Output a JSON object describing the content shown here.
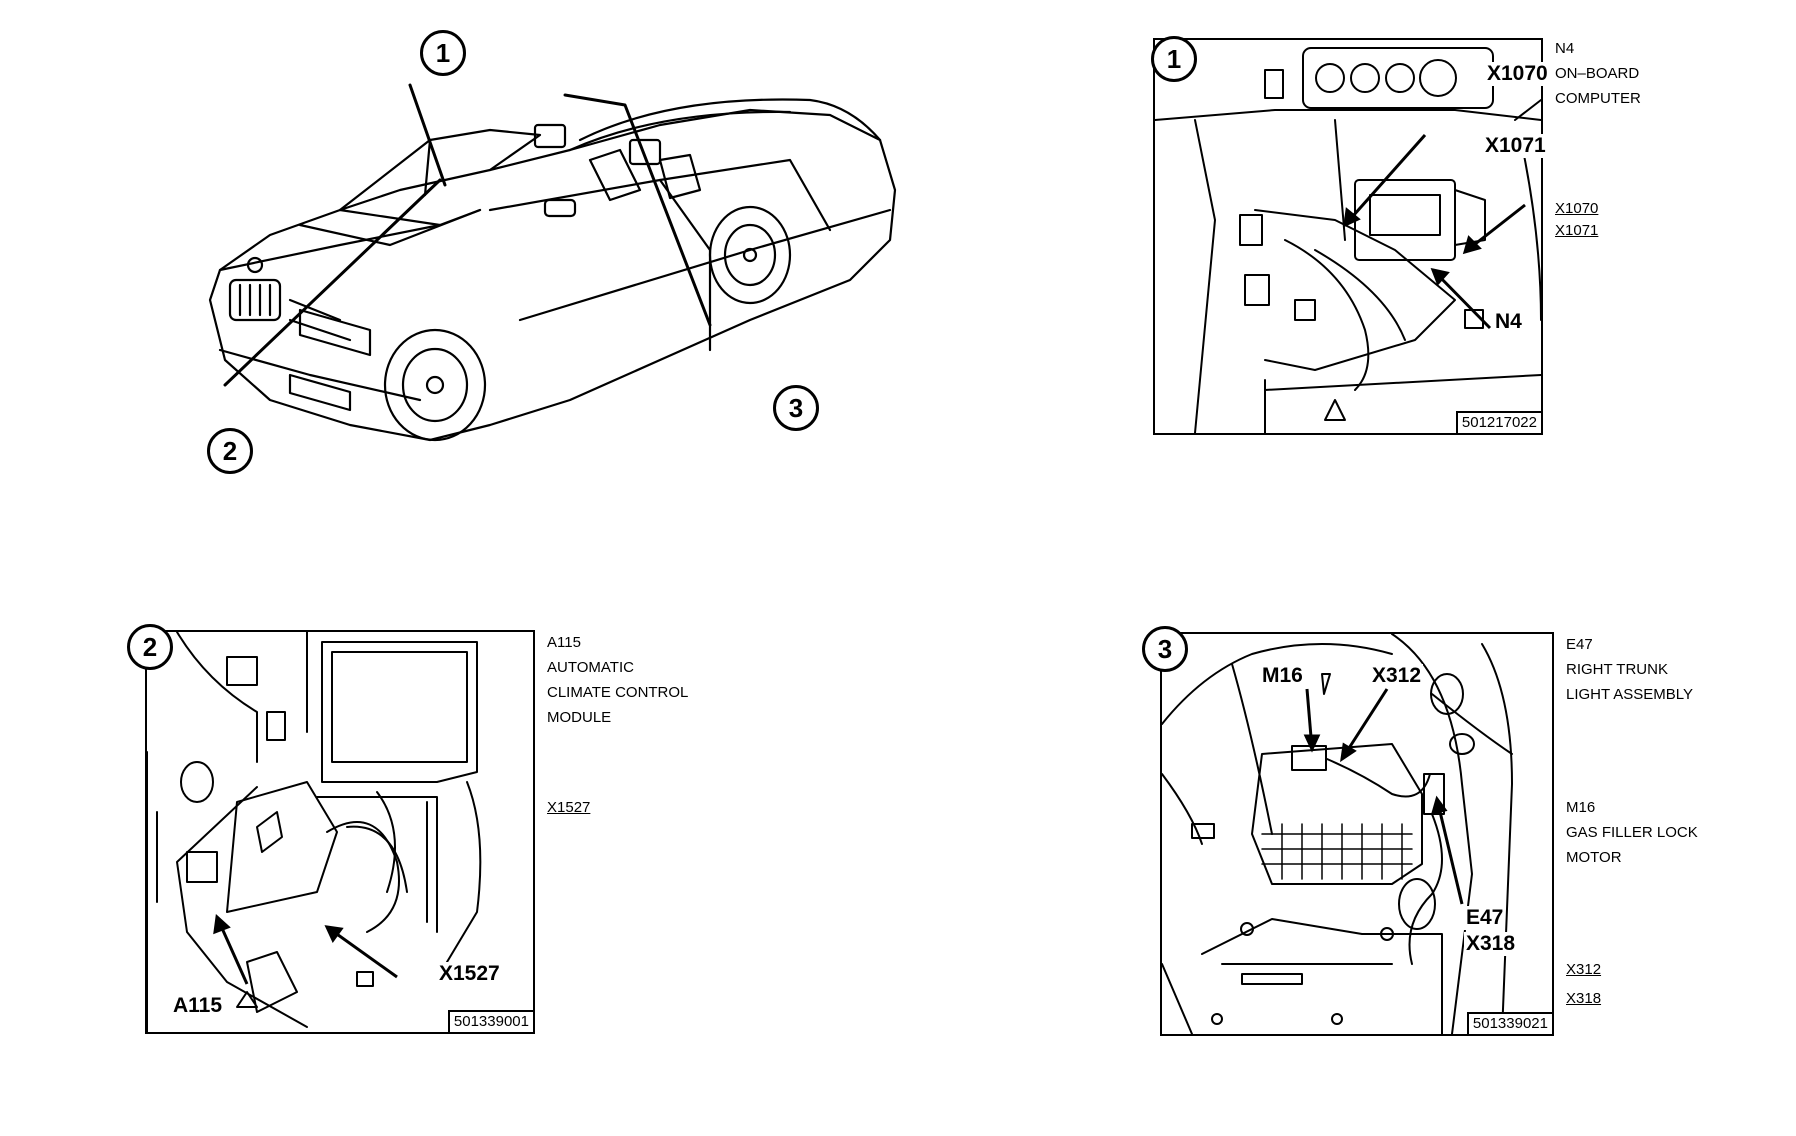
{
  "overview": {
    "markers": [
      "1",
      "2",
      "3"
    ]
  },
  "panels": [
    {
      "marker": "1",
      "callouts": [
        "X1070",
        "X1071",
        "N4"
      ],
      "part_number": "501217022",
      "description": {
        "code": "N4",
        "lines": [
          "ON–BOARD",
          "COMPUTER"
        ]
      },
      "connectors": [
        "X1070",
        "X1071"
      ]
    },
    {
      "marker": "2",
      "callouts": [
        "X1527",
        "A115"
      ],
      "part_number": "501339001",
      "description": {
        "code": "A115",
        "lines": [
          "AUTOMATIC",
          "CLIMATE CONTROL",
          "MODULE"
        ]
      },
      "connectors": [
        "X1527"
      ]
    },
    {
      "marker": "3",
      "callouts": [
        "M16",
        "X312",
        "E47",
        "X318"
      ],
      "part_number": "501339021",
      "description": {
        "code": "E47",
        "lines": [
          "RIGHT TRUNK",
          "LIGHT ASSEMBLY"
        ]
      },
      "description2": {
        "code": "M16",
        "lines": [
          "GAS FILLER LOCK",
          "MOTOR"
        ]
      },
      "connectors": [
        "X312",
        "X318"
      ]
    }
  ]
}
